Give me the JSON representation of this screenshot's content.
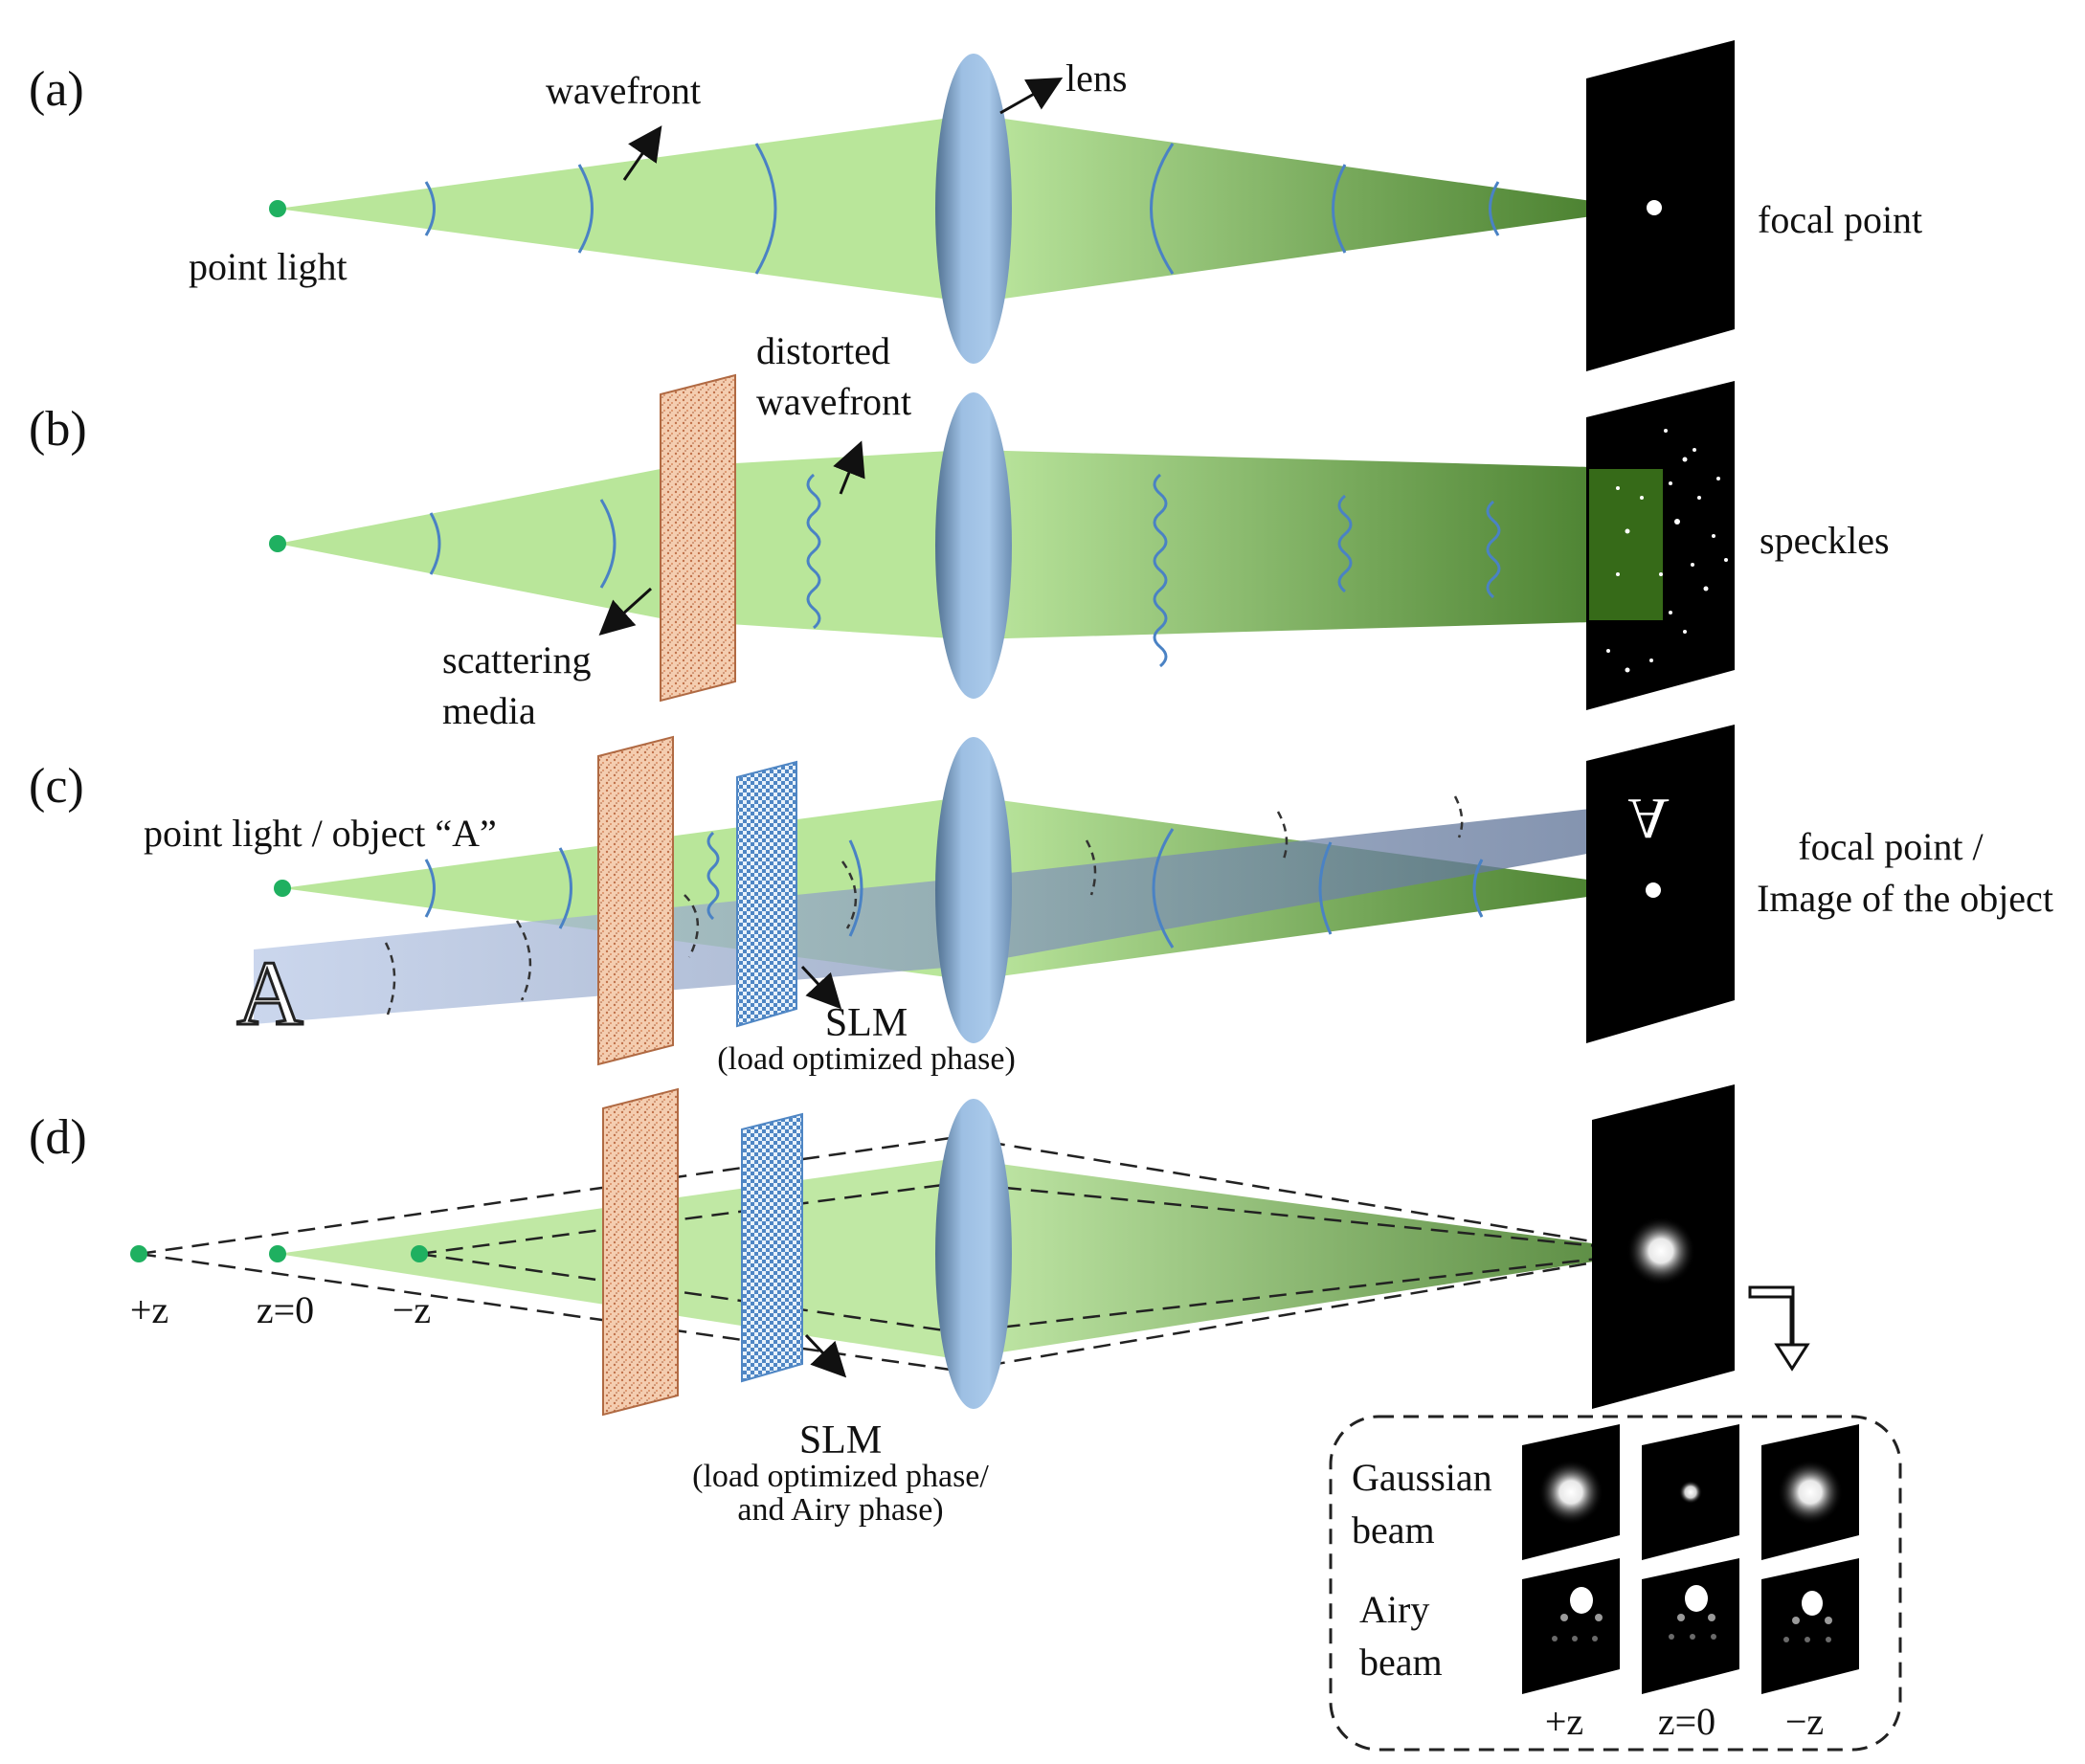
{
  "panels": {
    "a": {
      "tag": "(a)",
      "wavefront": "wavefront",
      "lens": "lens",
      "source": "point light",
      "result": "focal point"
    },
    "b": {
      "tag": "(b)",
      "distorted_1": "distorted",
      "distorted_2": "wavefront",
      "medium_1": "scattering",
      "medium_2": "media",
      "result": "speckles"
    },
    "c": {
      "tag": "(c)",
      "source": "point light / object “A”",
      "object_letter": "A",
      "slm": "SLM",
      "slm_note": "(load optimized phase)",
      "result_1": "focal point /",
      "result_2": "Image of the object"
    },
    "d": {
      "tag": "(d)",
      "z_labels": [
        "+z",
        "z=0",
        "−z"
      ],
      "slm": "SLM",
      "slm_note_1": "(load optimized phase/",
      "slm_note_2": "and Airy phase)",
      "inset": {
        "gaussian_1": "Gaussian",
        "gaussian_2": "beam",
        "airy_1": "Airy",
        "airy_2": "beam",
        "columns": [
          "+z",
          "z=0",
          "−z"
        ]
      }
    }
  },
  "colors": {
    "beam": "#b9e69a",
    "beam_dark": "#2e6b10",
    "object_beam": "#b7c7e6",
    "lens": "#9dbfe3",
    "wavefront": "#4a82c4",
    "scatter": "#f1c8a8",
    "slm": "#bcd6f0",
    "source": "#1fb060",
    "screen": "#000000"
  }
}
